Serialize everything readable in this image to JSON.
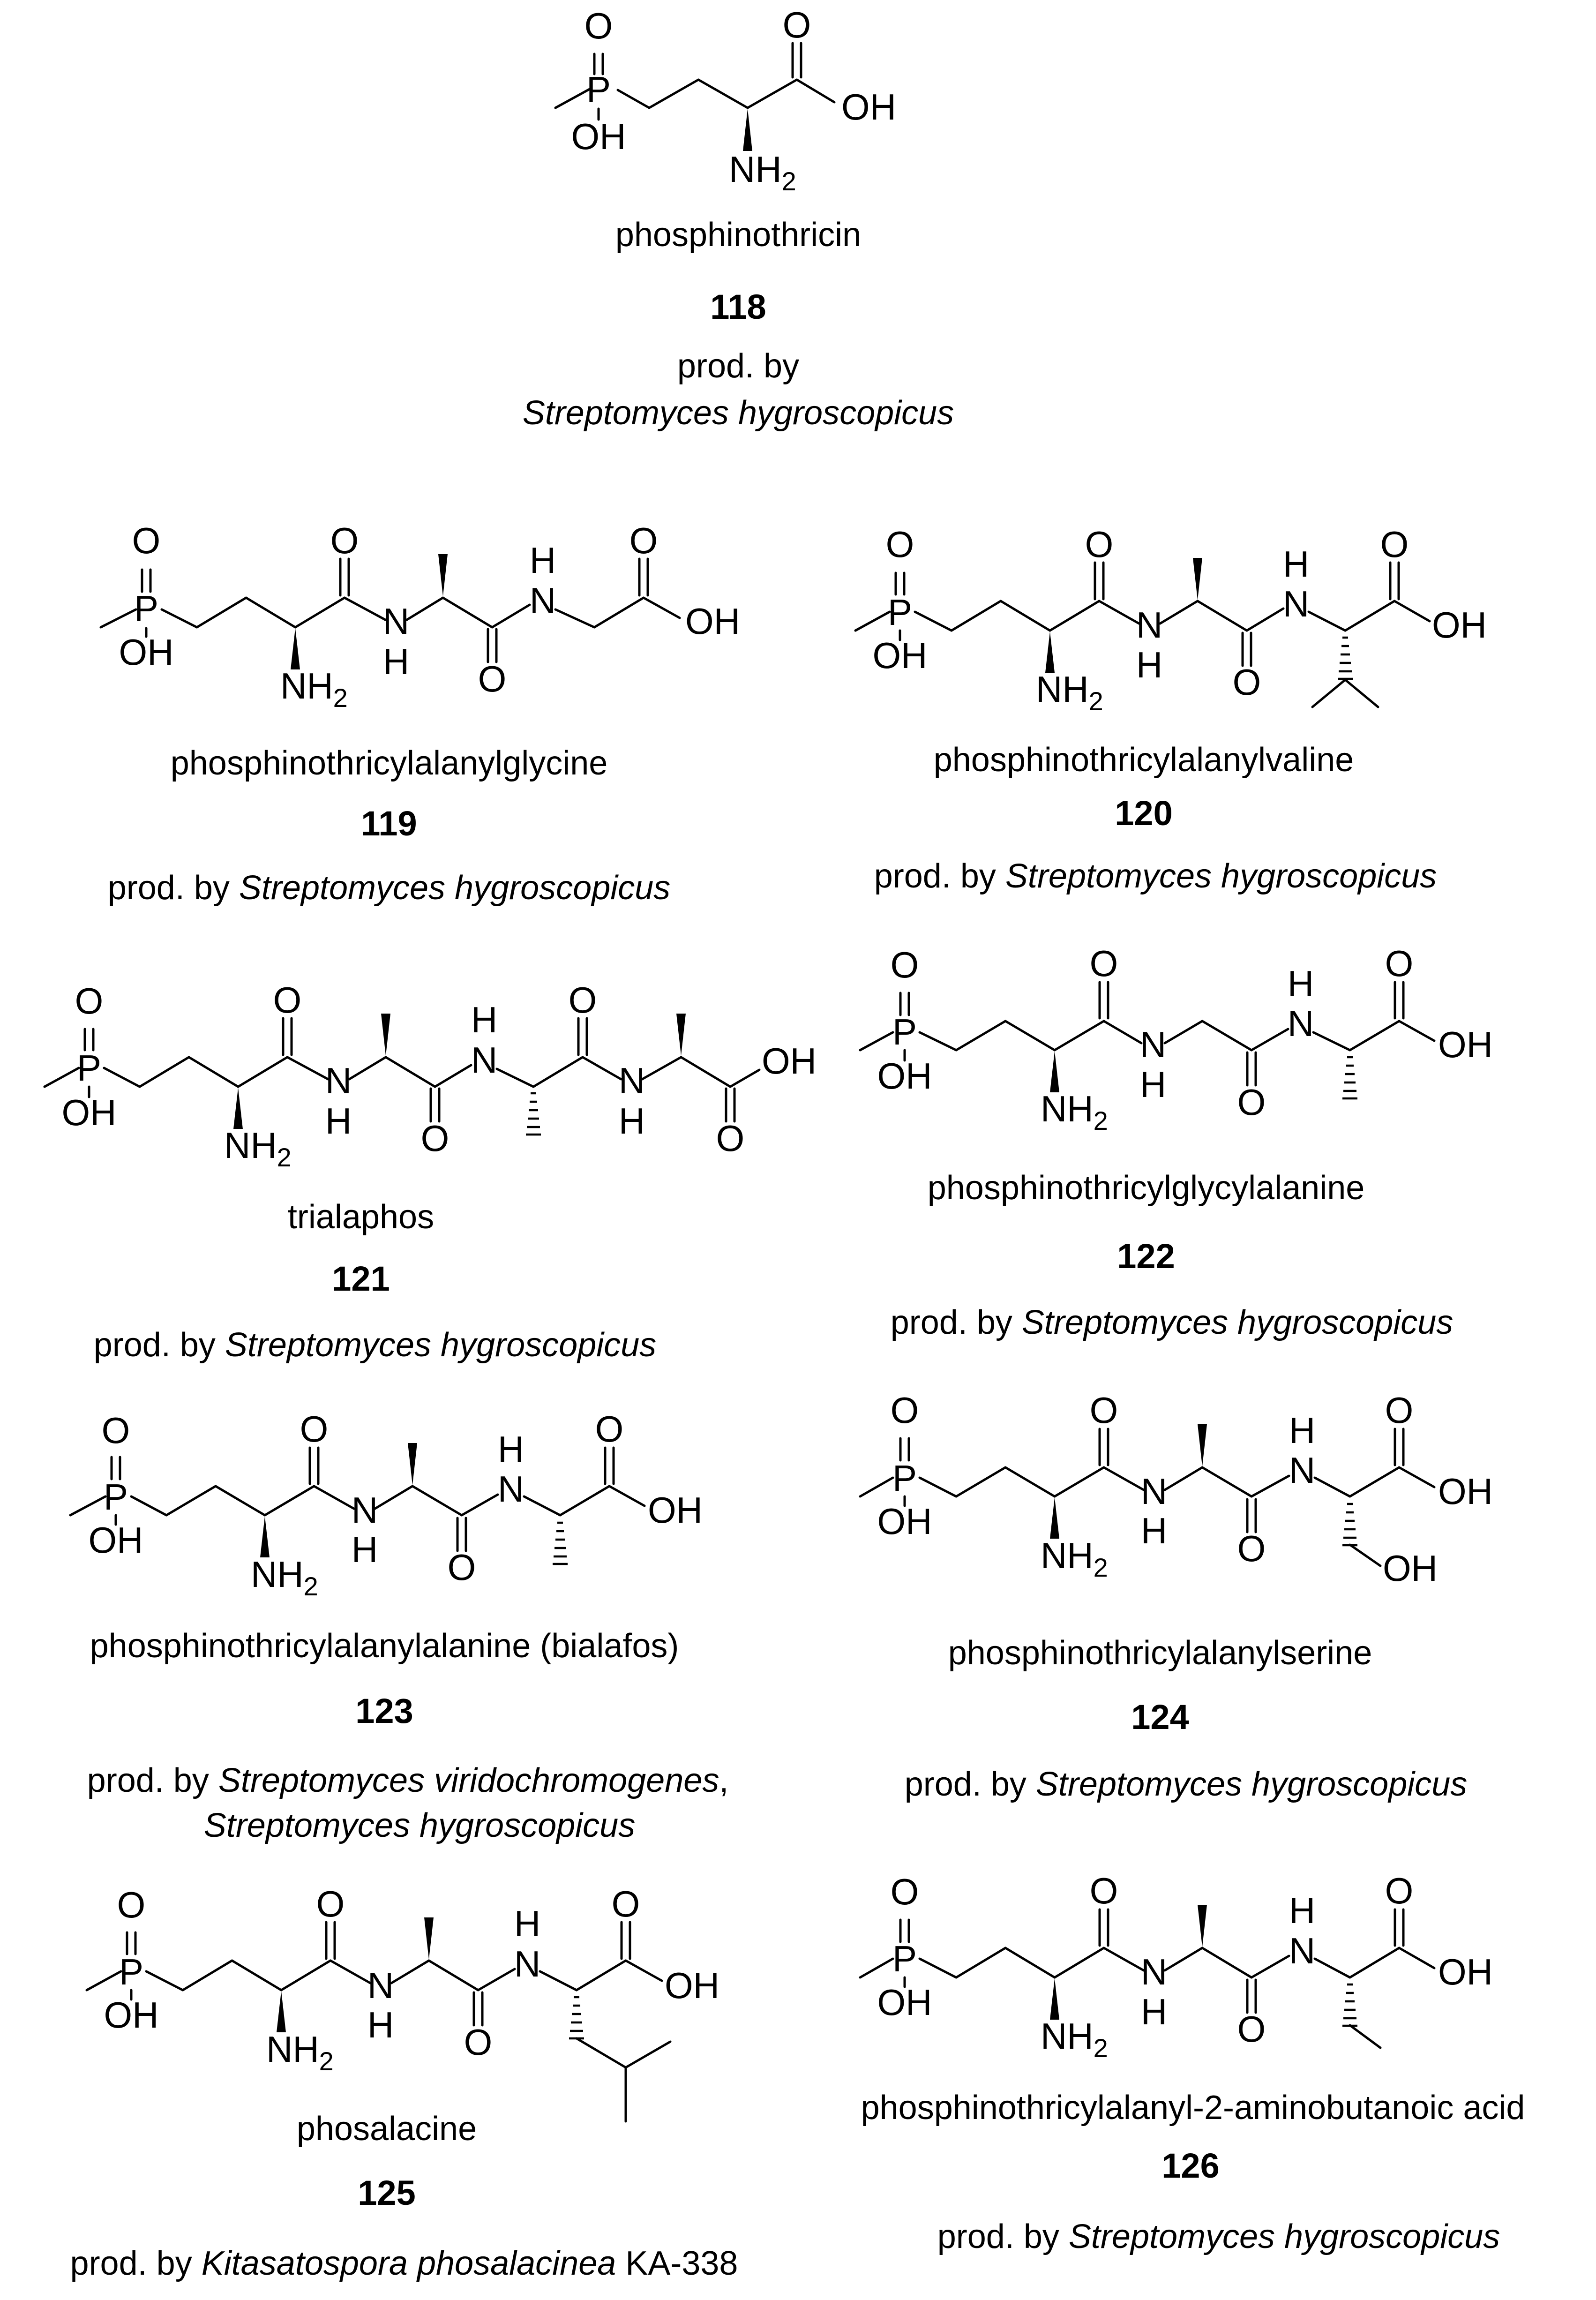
{
  "atoms": {
    "O": "O",
    "P": "P",
    "OH": "OH",
    "N": "N",
    "H": "H",
    "NH": "NH",
    "sub2": "2"
  },
  "compounds": [
    {
      "name": "phosphinothricin",
      "number": "118",
      "prod_prefix": "prod. by",
      "organism": "Streptomyces hygroscopicus"
    },
    {
      "name": "phosphinothricylalanylglycine",
      "number": "119",
      "prod_prefix": "prod. by ",
      "organism": "Streptomyces hygroscopicus"
    },
    {
      "name": "phosphinothricylalanylvaline",
      "number": "120",
      "prod_prefix": "prod. by ",
      "organism": "Streptomyces hygroscopicus"
    },
    {
      "name": "trialaphos",
      "number": "121",
      "prod_prefix": "prod. by ",
      "organism": "Streptomyces hygroscopicus"
    },
    {
      "name": "phosphinothricylglycylalanine",
      "number": "122",
      "prod_prefix": "prod. by ",
      "organism": "Streptomyces hygroscopicus"
    },
    {
      "name": "phosphinothricylalanylalanine (bialafos)",
      "number": "123",
      "prod_prefix": "prod. by ",
      "organism": "Streptomyces viridochromogenes",
      "organism_sep": ",",
      "organism2": "Streptomyces hygroscopicus"
    },
    {
      "name": "phosphinothricylalanylserine",
      "number": "124",
      "prod_prefix": "prod. by ",
      "organism": "Streptomyces hygroscopicus"
    },
    {
      "name": "phosalacine",
      "number": "125",
      "prod_prefix": "prod. by ",
      "organism": "Kitasatospora phosalacinea",
      "prod_suffix": " KA-338"
    },
    {
      "name": "phosphinothricylalanyl-2-aminobutanoic acid",
      "number": "126",
      "prod_prefix": "prod. by ",
      "organism": "Streptomyces hygroscopicus"
    }
  ]
}
